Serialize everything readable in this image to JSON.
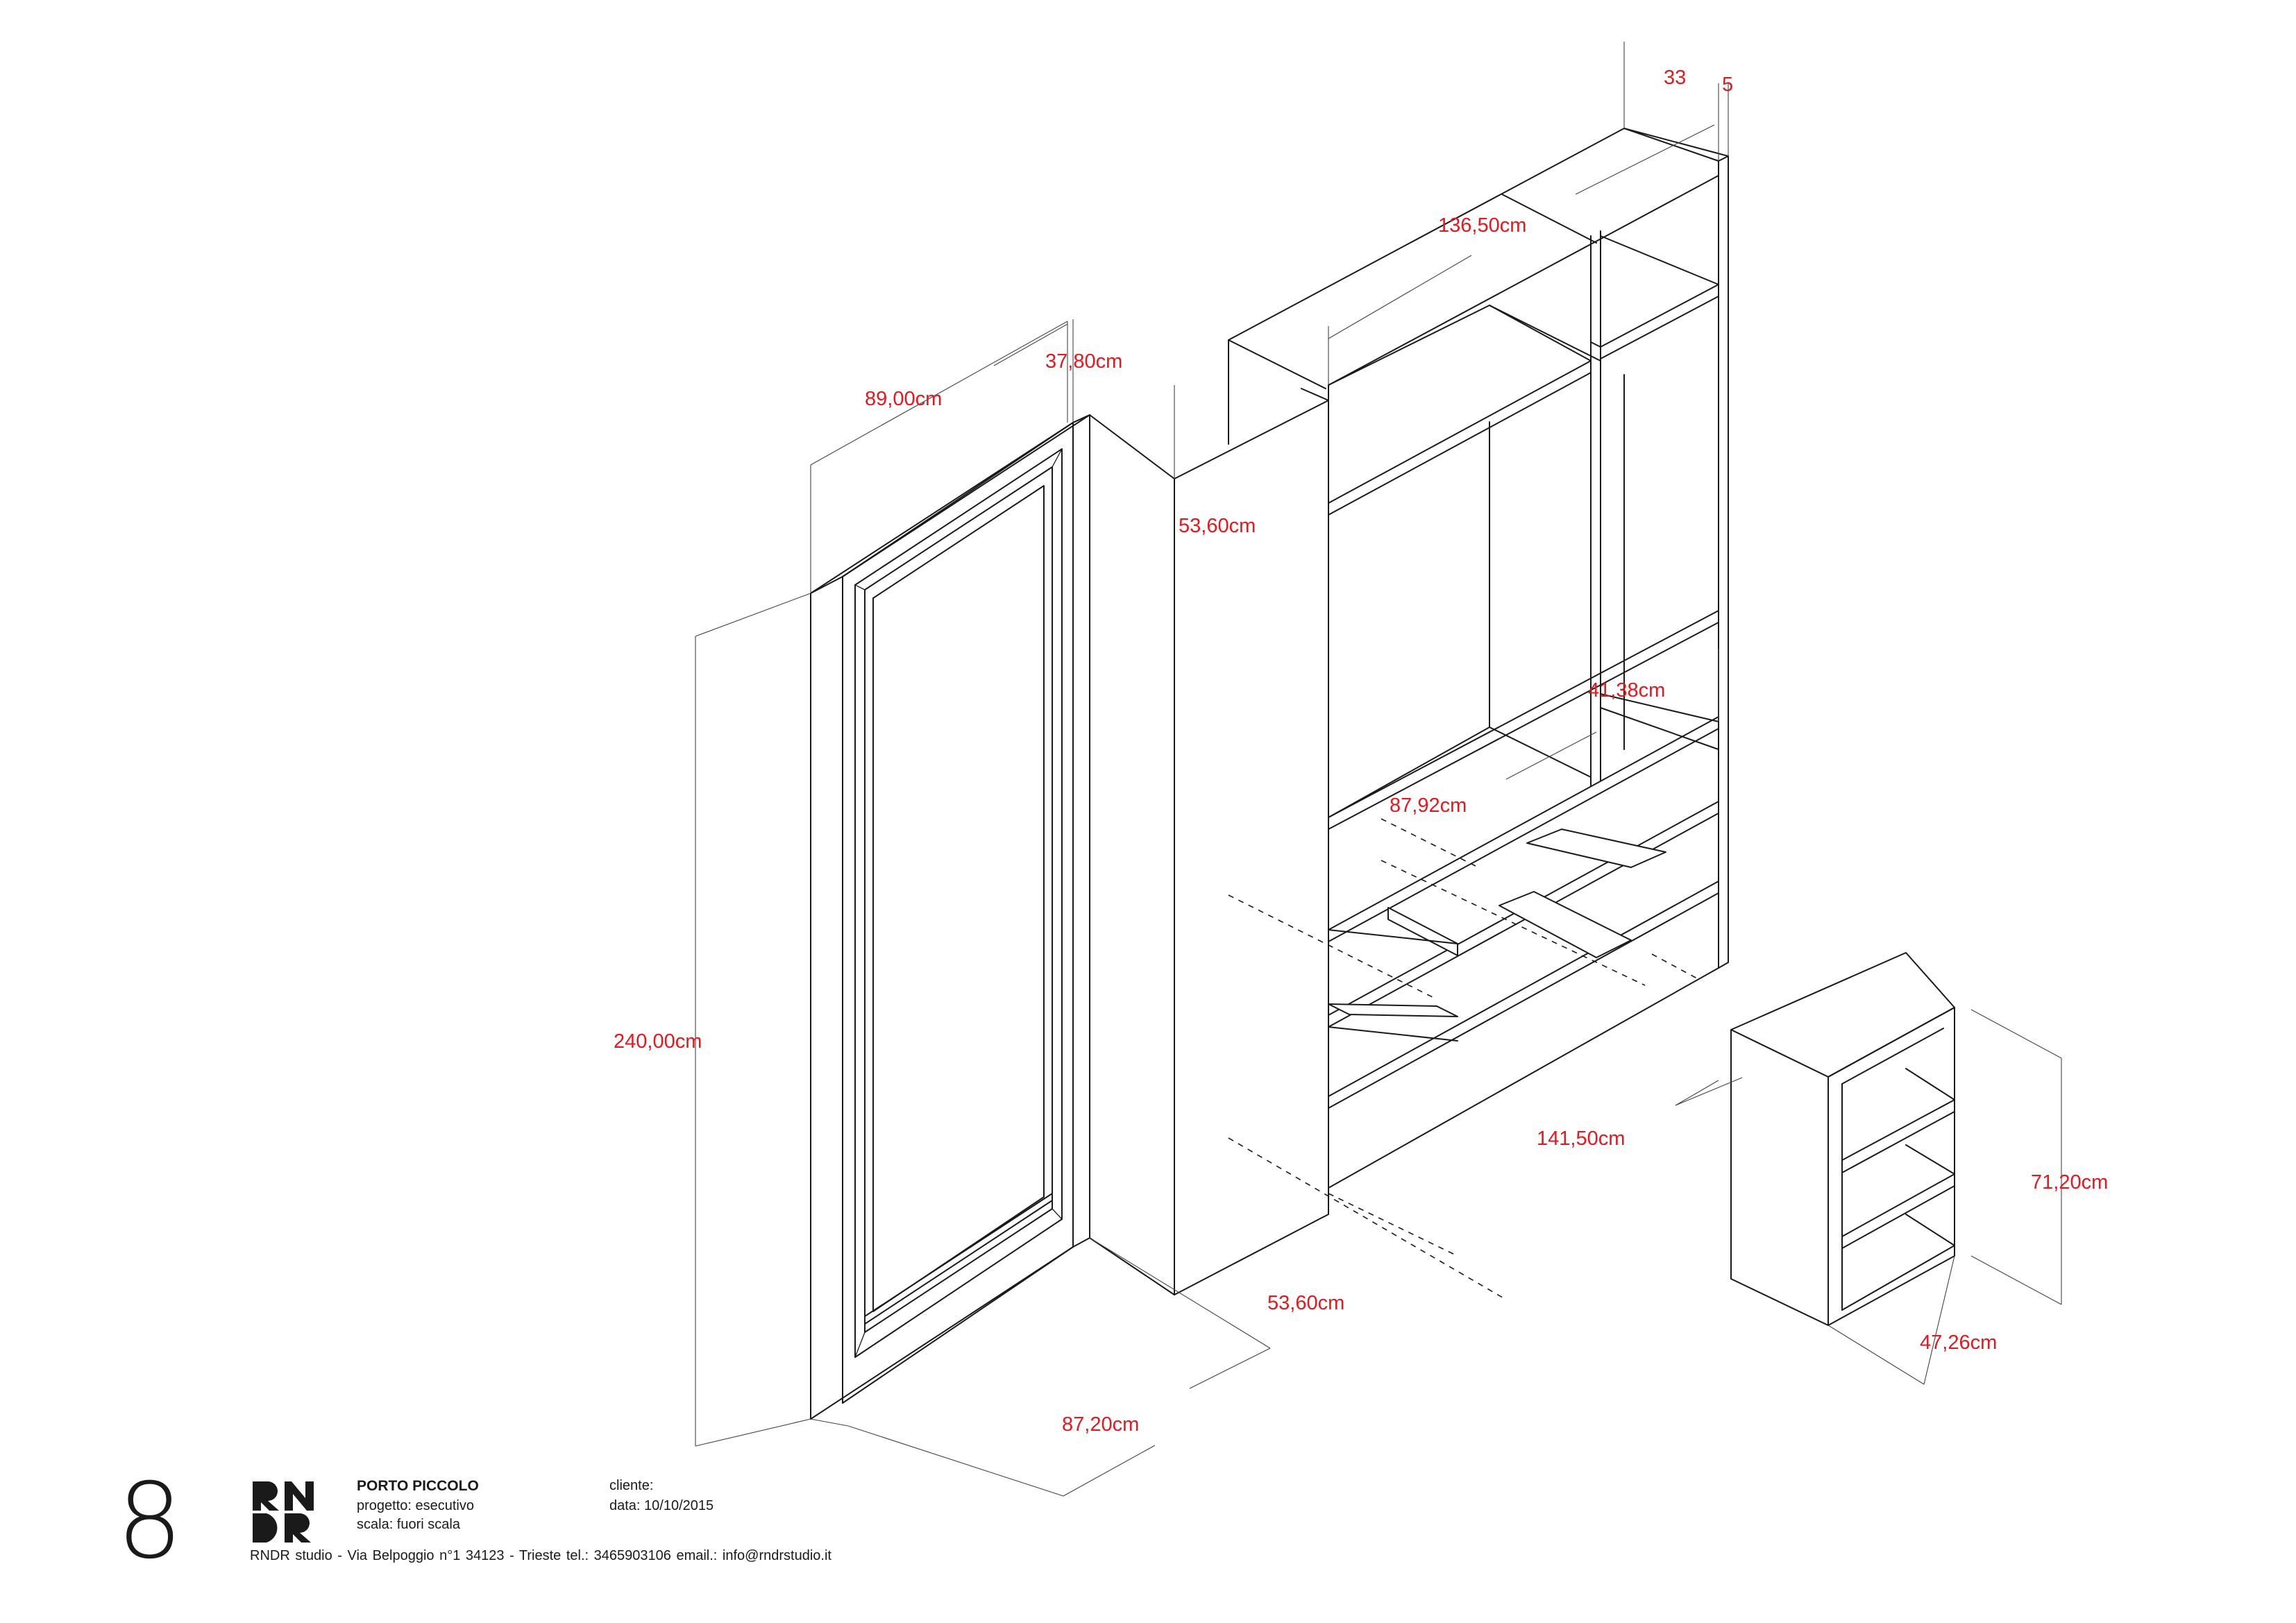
{
  "sheet": {
    "page_number": "8",
    "logo_text": "RNDR",
    "project_name": "PORTO PICCOLO",
    "phase": "progetto: esecutivo",
    "scale": "scala: fuori scala",
    "client": "cliente:",
    "date": "data: 10/10/2015",
    "footer": "RNDR studio  -  Via Belpoggio  n°1      34123 - Trieste  tel.: 3465903106  email.: info@rndrstudio.it"
  },
  "dimensions": {
    "top_depth": "33",
    "top_thickness": "5",
    "top_width": "136,50cm",
    "door_panel_depth": "37,80cm",
    "door_width": "89,00cm",
    "column_width_top": "53,60cm",
    "compartment_height": "41,38cm",
    "shelf_width": "87,92cm",
    "overall_height": "240,00cm",
    "base_width": "141,50cm",
    "side_cabinet_height": "71,20cm",
    "column_width_bottom": "53,60cm",
    "side_cabinet_width": "47,26cm",
    "bottom_depth": "87,20cm"
  },
  "colors": {
    "dimension_text": "#e3191f",
    "line": "#1a1a1a"
  }
}
